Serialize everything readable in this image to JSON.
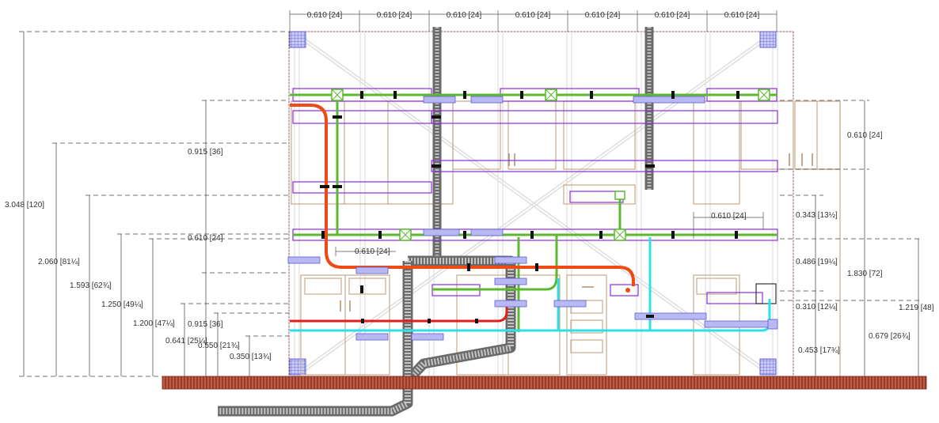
{
  "colors": {
    "water_supply_green": "#5cb82e",
    "hot_water_orange": "#ee4b14",
    "heating_red": "#e21d1d",
    "cold_water_cyan": "#2de0e8",
    "cable_tray_purple": "#8a2be2",
    "duct_gray": "#8c8c8c",
    "floor_brick": "#a0402a",
    "cabinet_tan": "#c9a88a",
    "fitting_blue": "#5c5cd6"
  },
  "dimensions": {
    "top_spacing": [
      "0.610 [24]",
      "0.610 [24]",
      "0.610 [24]",
      "0.610 [24]",
      "0.610 [24]",
      "0.610 [24]",
      "0.610 [24]"
    ],
    "left_heights": {
      "total": "3.048 [120]",
      "d2060": "2.060 [81¼]",
      "d1593": "1.593 [62¾]",
      "d1250": "1.250 [49¼]",
      "d1200": "1.200 [47¼]",
      "d0641": "0.641 [25¼]",
      "d0550": "0.550 [21¾]",
      "d0350": "0.350 [13¾]"
    },
    "inner_left": {
      "d0915_top": "0.915 [36]",
      "d0610_mid": "0.610 [24]",
      "d0915_low": "0.915 [36]",
      "d0610_small": "0.610 [24]"
    },
    "right_side": {
      "d0610_upper": "0.610 [24]",
      "d0610_horizontal": "0.610 [24]",
      "d0343": "0.343 [13½]",
      "d0486": "0.486 [19¼]",
      "d1830": "1.830 [72]",
      "d0310": "0.310 [12¼]",
      "d1219": "1.219 [48]",
      "d0679": "0.679 [26¾]",
      "d0453": "0.453 [17¾]"
    }
  }
}
